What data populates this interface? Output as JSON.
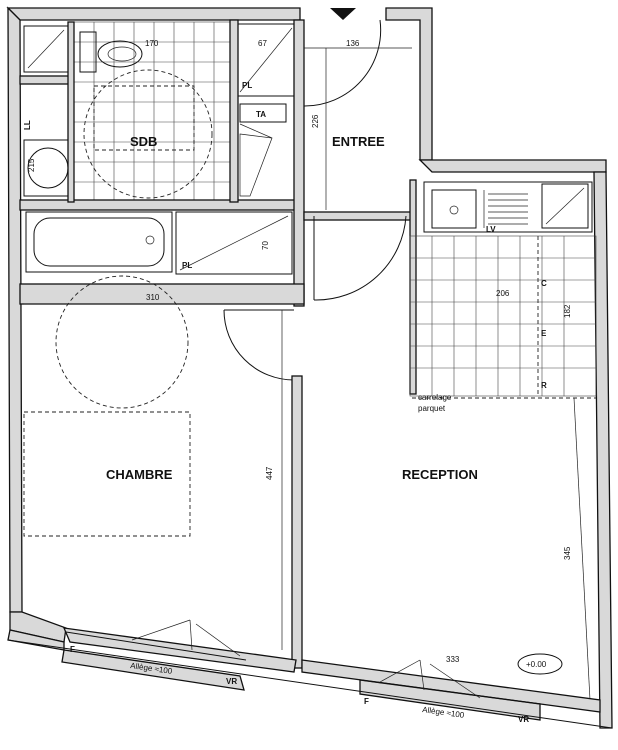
{
  "rooms": {
    "sdb": "SDB",
    "entree": "ENTREE",
    "chambre": "CHAMBRE",
    "reception": "RECEPTION"
  },
  "dimensions": {
    "d170": "170",
    "d67": "67",
    "d136": "136",
    "d226": "226",
    "d70": "70",
    "d310": "310",
    "d206": "206",
    "d182": "182",
    "d447": "447",
    "d345": "345",
    "d333": "333",
    "d215": "215"
  },
  "fixtures": {
    "pl_top": "PL",
    "ta": "TA",
    "ll": "LL",
    "pl_bath": "PL",
    "lv": "LV",
    "c": "C",
    "e": "E",
    "r": "R"
  },
  "notes": {
    "carrelage": "carrelage",
    "parquet": "parquet",
    "level": "+0.00",
    "allege_left": "Allège ≈100",
    "allege_right": "Allège ≈100",
    "f_left": "F",
    "vr_left": "VR",
    "f_right": "F",
    "vr_right": "VR"
  },
  "colors": {
    "wall_fill": "#d9d9d9",
    "line": "#111111"
  }
}
